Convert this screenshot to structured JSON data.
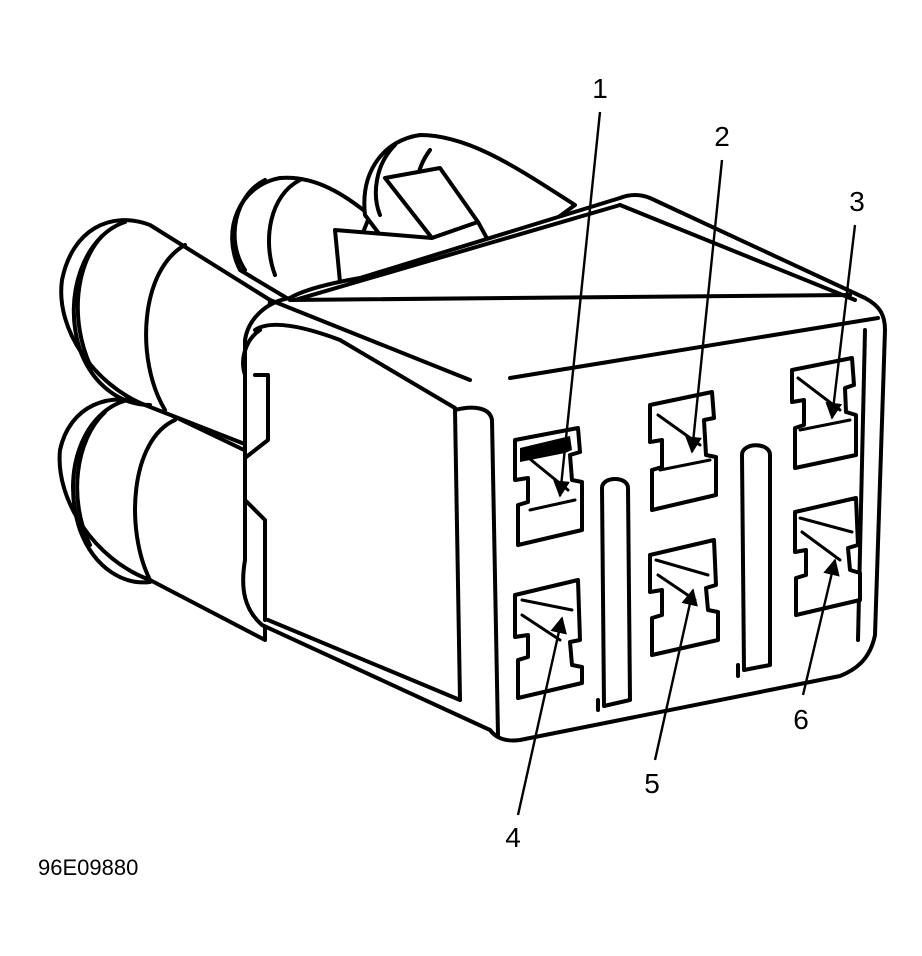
{
  "figure_id": "96E09880",
  "terminals": [
    {
      "label": "1"
    },
    {
      "label": "2"
    },
    {
      "label": "3"
    },
    {
      "label": "4"
    },
    {
      "label": "5"
    },
    {
      "label": "6"
    }
  ]
}
